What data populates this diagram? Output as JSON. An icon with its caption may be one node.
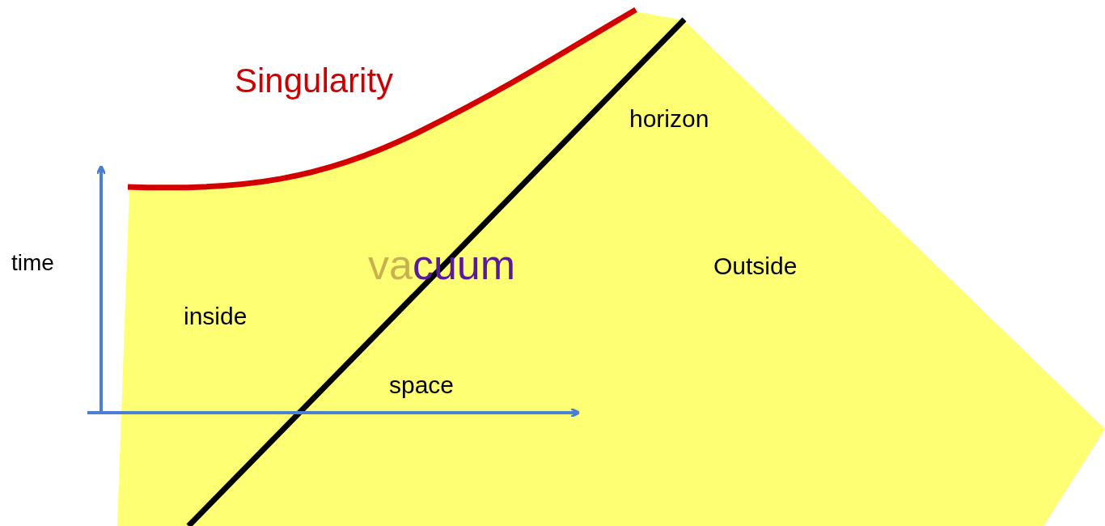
{
  "diagram": {
    "labels": [
      "Singularity",
      "horizon",
      "time",
      "vacuum",
      "Outside",
      "inside",
      "space"
    ]
  }
}
